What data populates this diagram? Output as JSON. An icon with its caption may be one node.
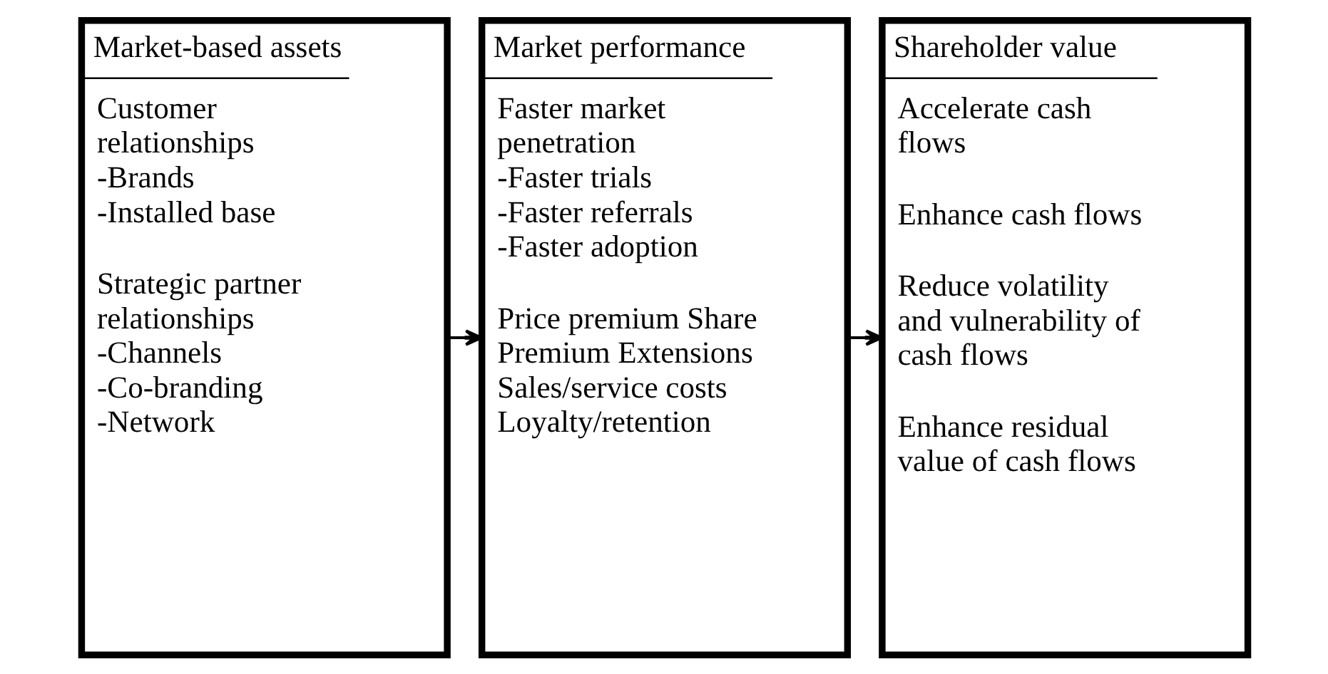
{
  "diagram": {
    "nodes": [
      {
        "text": [
          "Market-based assets",
          "Customer relationships -Brands -Installed base",
          "Strategic partner relationships -Channels -Co-branding -Network"
        ]
      },
      {
        "text": [
          "Market performance",
          "Faster market penetration -Faster trials -Faster referrals -Faster adoption",
          "Price premium Share Premium Extensions Sales/service costs Loyalty/retention"
        ]
      },
      {
        "text": [
          "Shareholder value",
          "Accelerate cash flows",
          "Enhance cash flows",
          "Reduce volatility and vulnerability of cash flows",
          "Enhance residual value of cash flows"
        ]
      }
    ],
    "edges": [
      {
        "from": 0,
        "to": 1,
        "arrow": "to"
      },
      {
        "from": 1,
        "to": 2,
        "arrow": "to"
      }
    ]
  }
}
